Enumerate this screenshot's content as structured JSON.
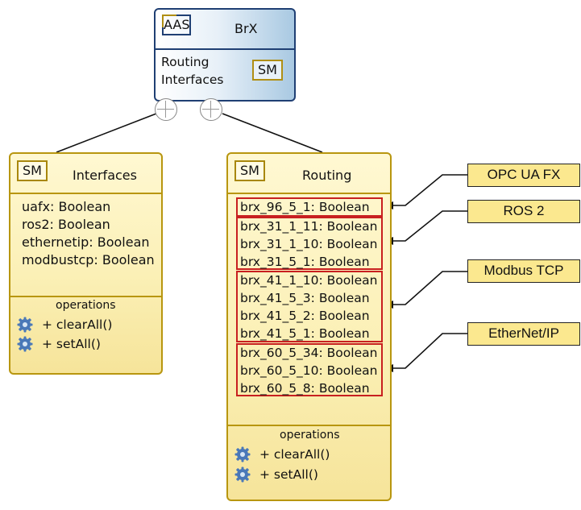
{
  "aas": {
    "tag": "AAS",
    "title": "BrX",
    "submodels_line1": "Routing",
    "submodels_line2": "Interfaces",
    "sm_tag": "SM"
  },
  "interfaces": {
    "sm_tag": "SM",
    "title": "Interfaces",
    "attributes": [
      "uafx: Boolean",
      "ros2: Boolean",
      "ethernetip: Boolean",
      "modbustcp: Boolean"
    ],
    "operations_label": "operations",
    "operations": [
      "+ clearAll()",
      "+ setAll()"
    ]
  },
  "routing": {
    "sm_tag": "SM",
    "title": "Routing",
    "groups": [
      {
        "label": "OPC UA FX",
        "attributes": [
          "brx_96_5_1: Boolean"
        ]
      },
      {
        "label": "ROS 2",
        "attributes": [
          "brx_31_1_11: Boolean",
          "brx_31_1_10: Boolean",
          "brx_31_5_1: Boolean"
        ]
      },
      {
        "label": "Modbus TCP",
        "attributes": [
          "brx_41_1_10: Boolean",
          "brx_41_5_3: Boolean",
          "brx_41_5_2: Boolean",
          "brx_41_5_1: Boolean"
        ]
      },
      {
        "label": "EtherNet/IP",
        "attributes": [
          "brx_60_5_34: Boolean",
          "brx_60_5_10: Boolean",
          "brx_60_5_8: Boolean"
        ]
      }
    ],
    "operations_label": "operations",
    "operations": [
      "+ clearAll()",
      "+ setAll()"
    ]
  },
  "colors": {
    "aas_border": "#1f3f73",
    "class_border": "#b8960f",
    "group_border": "#c82020",
    "label_fill": "#fbe88f"
  }
}
